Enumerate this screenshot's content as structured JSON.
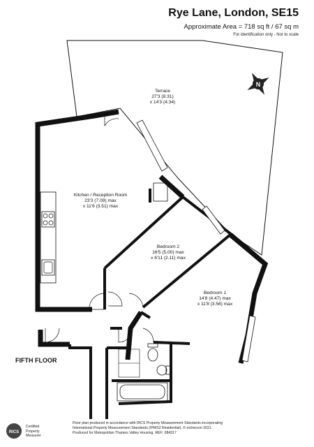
{
  "header": {
    "title": "Rye Lane, London, SE15",
    "area": "Approximate Area = 718 sq ft / 67 sq m",
    "note": "For identification only - Not to scale"
  },
  "floor_label": "FIFTH FLOOR",
  "rooms": {
    "terrace": {
      "name": "Terrace",
      "dim1": "27'3 (8.31)",
      "dim2": "x 14'3 (4.34)"
    },
    "kitchen": {
      "name": "Kitchen / Reception Room",
      "dim1": "23'3 (7.09) max",
      "dim2": "x 11'6 (3.51) max"
    },
    "bedroom2": {
      "name": "Bedroom 2",
      "dim1": "16'5 (5.00) max",
      "dim2": "x 6'11 (2.11) max"
    },
    "bedroom1": {
      "name": "Bedroom 1",
      "dim1": "14'8 (4.47) max",
      "dim2": "x 11'8 (3.56) max"
    }
  },
  "compass": {
    "letter": "N"
  },
  "badge": {
    "logo": "RICS",
    "line1": "Certified",
    "line2": "Property",
    "line3": "Measurer"
  },
  "footer": {
    "line1": "Floor plan produced in accordance with RICS Property Measurement Standards incorporating",
    "line2": "International Property Measurement Standards (IPMS2 Residential). © nichecom 2021.",
    "line3": "Produced for Metropolitan Thames Valley Housing.   REF: 684317"
  }
}
